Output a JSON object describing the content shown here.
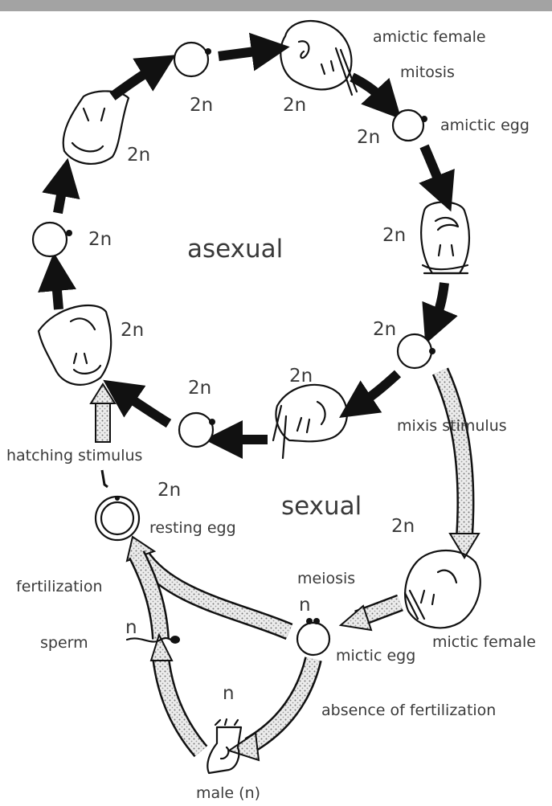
{
  "labels": {
    "amictic_female": "amictic female",
    "mitosis": "mitosis",
    "amictic_egg": "amictic egg",
    "asexual": "asexual",
    "sexual": "sexual",
    "hatching_stimulus": "hatching stimulus",
    "resting_egg": "resting egg",
    "mixis_stimulus": "mixis stimulus",
    "fertilization": "fertilization",
    "meiosis": "meiosis",
    "mictic_female": "mictic female",
    "mictic_egg": "mictic egg",
    "sperm": "sperm",
    "absence_of_fertilization": "absence of fertilization",
    "male": "male (n)"
  },
  "ploidy": {
    "diploid": "2n",
    "haploid": "n"
  }
}
